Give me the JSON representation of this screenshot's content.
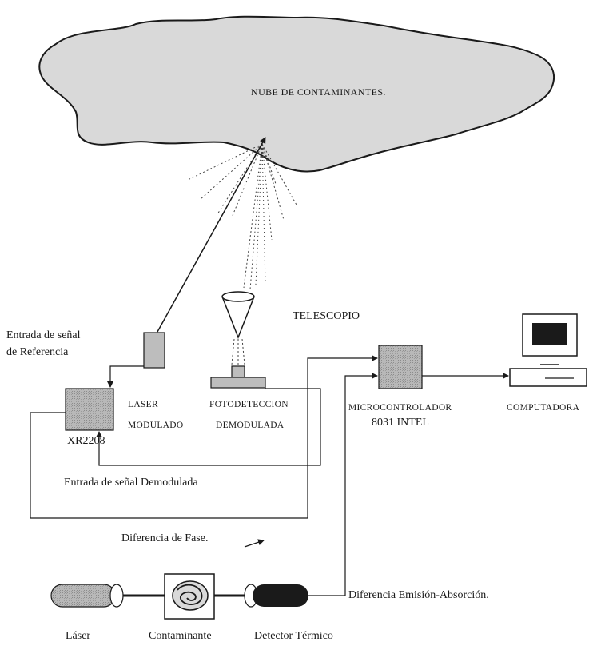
{
  "cloud": {
    "label": "NUBE DE CONTAMINANTES."
  },
  "telescope": {
    "label": "TELESCOPIO"
  },
  "reference_input": {
    "line1": "Entrada de señal",
    "line2": "de Referencia"
  },
  "laser_modulado": {
    "line1": "LASER",
    "line2": "MODULADO"
  },
  "fotodeteccion": {
    "line1": "FOTODETECCION",
    "line2": "DEMODULADA"
  },
  "xr2208": {
    "label": "XR2208"
  },
  "microcontrolador": {
    "line1": "MICROCONTROLADOR",
    "line2": "8031 INTEL"
  },
  "computadora": {
    "label": "COMPUTADORA"
  },
  "demodulated_input": {
    "label": "Entrada de señal Demodulada"
  },
  "phase_difference": {
    "label": "Diferencia de Fase."
  },
  "emission_absorption": {
    "label": "Diferencia Emisión-Absorción."
  },
  "bottom": {
    "laser": "Láser",
    "contaminant": "Contaminante",
    "detector": "Detector Térmico"
  },
  "colors": {
    "cloud_fill": "#d9d9d9",
    "box_fill": "#bdbdbd",
    "dark": "#1a1a1a"
  }
}
